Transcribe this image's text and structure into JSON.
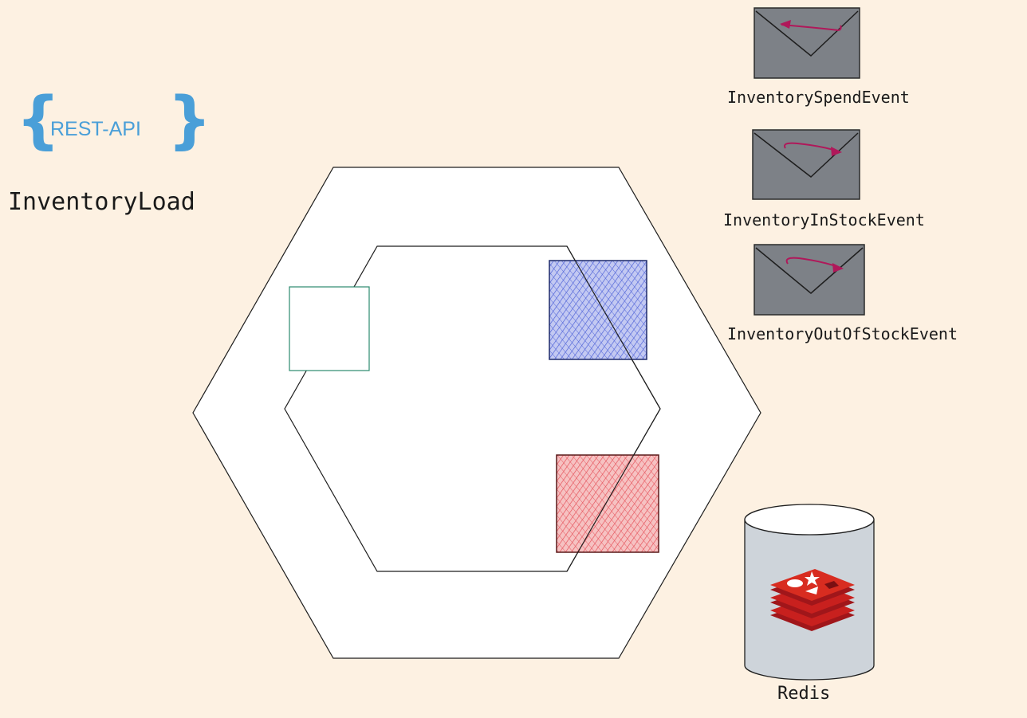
{
  "api": {
    "badge_text": "REST-API",
    "brace_open": "{",
    "brace_close": "}",
    "endpoint_label": "InventoryLoad"
  },
  "events": [
    {
      "label": "InventorySpendEvent"
    },
    {
      "label": "InventoryInStockEvent"
    },
    {
      "label": "InventoryOutOfStockEvent"
    }
  ],
  "storage": {
    "label": "Redis"
  },
  "colors": {
    "background": "#fdf1e2",
    "api_blue": "#4a9fd8",
    "envelope": "#7d8187",
    "arrow": "#b0185a",
    "port_blue": "#4f63d8",
    "port_red": "#e6535c",
    "port_green": "#2b8a6e",
    "db_body": "#ced4da",
    "redis_red": "#c8201e"
  },
  "icons": [
    "curly-braces-icon",
    "envelope-icon",
    "database-icon",
    "redis-logo-icon"
  ]
}
